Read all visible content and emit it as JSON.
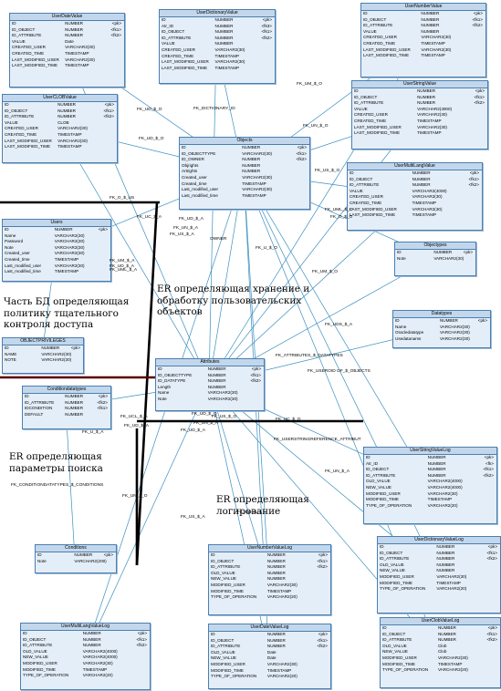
{
  "diagram": {
    "entities": [
      {
        "id": "UserDateValue",
        "title": "UserDateValue",
        "columns": [
          [
            "ID",
            "NUMBER",
            "<pk>"
          ],
          [
            "ID_OBJECT",
            "NUMBER",
            "<fk1>"
          ],
          [
            "ID_ATTRIBUTE",
            "NUMBER",
            "<fk2>"
          ],
          [
            "VALUE",
            "Date",
            ""
          ],
          [
            "CREATED_USER",
            "VARCHAR2(30)",
            ""
          ],
          [
            "CREATED_TIME",
            "TIMESTAMP",
            ""
          ],
          [
            "LAST_MODIFIED_USER",
            "VARCHAR2(30)",
            ""
          ],
          [
            "LAST_MODIFIED_TIME",
            "TIMESTAMP",
            ""
          ]
        ]
      },
      {
        "id": "UserDictionaryValue",
        "title": "UserDictionaryValue",
        "columns": [
          [
            "ID",
            "NUMBER",
            "<pk>"
          ],
          [
            "Atr_ID",
            "NUMBER",
            "<fk3>"
          ],
          [
            "ID_OBJECT",
            "NUMBER",
            "<fk1>"
          ],
          [
            "ID_ATTRIBUTE",
            "NUMBER",
            "<fk2>"
          ],
          [
            "VALUE",
            "NUMBER",
            ""
          ],
          [
            "CREATED_USER",
            "VARCHAR2(30)",
            ""
          ],
          [
            "CREATED_TIME",
            "TIMESTAMP",
            ""
          ],
          [
            "LAST_MODIFIED_USER",
            "VARCHAR2(30)",
            ""
          ],
          [
            "LAST_MODIFIED_TIME",
            "TIMESTAMP",
            ""
          ]
        ]
      },
      {
        "id": "UserNumberValue",
        "title": "UserNumberValue",
        "columns": [
          [
            "ID",
            "NUMBER",
            "<pk>"
          ],
          [
            "ID_OBJECT",
            "NUMBER",
            "<fk1>"
          ],
          [
            "ID_ATTRIBUTE",
            "NUMBER",
            "<fk2>"
          ],
          [
            "VALUE",
            "NUMBER",
            ""
          ],
          [
            "CREATED_USER",
            "VARCHAR2(30)",
            ""
          ],
          [
            "CREATED_TIME",
            "TIMESTAMP",
            ""
          ],
          [
            "LAST_MODIFIED_USER",
            "VARCHAR2(30)",
            ""
          ],
          [
            "LAST_MODIFIED_TIME",
            "TIMESTAMP",
            ""
          ]
        ]
      },
      {
        "id": "UserCLOBValue",
        "title": "UserCLOBValue",
        "columns": [
          [
            "ID",
            "NUMBER",
            "<pk>"
          ],
          [
            "ID_OBJECT",
            "NUMBER",
            "<fk1>"
          ],
          [
            "ID_ATTRIBUTE",
            "NUMBER",
            "<fk2>"
          ],
          [
            "VALUE",
            "CLOB",
            ""
          ],
          [
            "CREATED_USER",
            "VARCHAR2(30)",
            ""
          ],
          [
            "CREATED_TIME",
            "TIMESTAMP",
            ""
          ],
          [
            "LAST_MODIFIED_USER",
            "VARCHAR2(30)",
            ""
          ],
          [
            "LAST_MODIFIED_TIME",
            "TIMESTAMP",
            ""
          ]
        ]
      },
      {
        "id": "UserStringValue",
        "title": "UserStringValue",
        "columns": [
          [
            "ID",
            "NUMBER",
            "<pk>"
          ],
          [
            "ID_OBJECT",
            "NUMBER",
            "<fk1>"
          ],
          [
            "ID_ATTRIBUTE",
            "NUMBER",
            "<fk2>"
          ],
          [
            "VALUE",
            "VARCHAR2(4000)",
            ""
          ],
          [
            "CREATED_USER",
            "VARCHAR2(30)",
            ""
          ],
          [
            "CREATED_TIME",
            "TIMESTAMP",
            ""
          ],
          [
            "LAST_MODIFIED_USER",
            "VARCHAR2(30)",
            ""
          ],
          [
            "LAST_MODIFIED_TIME",
            "TIMESTAMP",
            ""
          ]
        ]
      },
      {
        "id": "Objects",
        "title": "Objects",
        "columns": [
          [
            "ID",
            "NUMBER",
            "<pk>"
          ],
          [
            "ID_OBJECTTYPE",
            "VARCHAR2(30)",
            "<fk1>"
          ],
          [
            "ID_OWNER",
            "NUMBER",
            "<fk2>"
          ],
          [
            "Objrights",
            "NUMBER",
            ""
          ],
          [
            "Artrights",
            "NUMBER",
            ""
          ],
          [
            "Created_user",
            "VARCHAR2(30)",
            ""
          ],
          [
            "Created_time",
            "TIMESTAMP",
            ""
          ],
          [
            "Last_modified_user",
            "VARCHAR2(30)",
            ""
          ],
          [
            "Last_modified_time",
            "TIMESTAMP",
            ""
          ]
        ]
      },
      {
        "id": "UserMultiLangValue",
        "title": "UserMultiLangValue",
        "columns": [
          [
            "ID",
            "NUMBER",
            "<pk>"
          ],
          [
            "ID_OBJECT",
            "NUMBER",
            "<fk1>"
          ],
          [
            "ID_ATTRIBUTE",
            "NUMBER",
            "<fk2>"
          ],
          [
            "VALUE",
            "VARCHAR2(4000)",
            ""
          ],
          [
            "CREATED_USER",
            "VARCHAR2(30)",
            ""
          ],
          [
            "CREATED_TIME",
            "TIMESTAMP",
            ""
          ],
          [
            "LAST_MODIFIED_USER",
            "VARCHAR2(30)",
            ""
          ],
          [
            "LAST_MODIFIED_TIME",
            "TIMESTAMP",
            ""
          ]
        ]
      },
      {
        "id": "Users",
        "title": "Users",
        "columns": [
          [
            "ID",
            "NUMBER",
            "<pk>"
          ],
          [
            "Name",
            "VARCHAR2(30)",
            ""
          ],
          [
            "Password",
            "VARCHAR2(30)",
            ""
          ],
          [
            "Note",
            "VARCHAR2(30)",
            ""
          ],
          [
            "Created_user",
            "VARCHAR2(30)",
            ""
          ],
          [
            "Created_time",
            "TIMESTAMP",
            ""
          ],
          [
            "Last_modified_user",
            "VARCHAR2(30)",
            ""
          ],
          [
            "Last_modified_time",
            "TIMESTAMP",
            ""
          ]
        ]
      },
      {
        "id": "Objectypes",
        "title": "Objectypes",
        "columns": [
          [
            "ID",
            "NUMBER",
            "<pk>"
          ],
          [
            "Note",
            "VARCHAR2(30)",
            ""
          ]
        ]
      },
      {
        "id": "Datatypes",
        "title": "Datatypes",
        "columns": [
          [
            "ID",
            "NUMBER",
            "<pk>"
          ],
          [
            "Name",
            "VARCHAR2(30)",
            ""
          ],
          [
            "Oracledatatype",
            "VARCHAR2(30)",
            ""
          ],
          [
            "Usedatanams",
            "VARCHAR2(30)",
            ""
          ]
        ]
      },
      {
        "id": "ObjectPrivileges",
        "title": "OBJECTPRIVILEGES",
        "columns": [
          [
            "ID",
            "NUMBER",
            "<pk>"
          ],
          [
            "NAME",
            "VARCHAR2(30)",
            ""
          ],
          [
            "NOTE",
            "VARCHAR2(30)",
            ""
          ]
        ]
      },
      {
        "id": "Attributes",
        "title": "Attributes",
        "columns": [
          [
            "ID",
            "NUMBER",
            "<pk>"
          ],
          [
            "ID_OBJECTTYPE",
            "NUMBER",
            "<fk1>"
          ],
          [
            "ID_DATATYPE",
            "NUMBER",
            "<fk2>"
          ],
          [
            "Length",
            "NUMBER",
            ""
          ],
          [
            "Name",
            "VARCHAR2(30)",
            ""
          ],
          [
            "Note",
            "VARCHAR2(30)",
            ""
          ]
        ]
      },
      {
        "id": "Conditiondatatypes",
        "title": "Conditiondatatypes",
        "columns": [
          [
            "ID",
            "NUMBER",
            "<pk>"
          ],
          [
            "ID_ATTRIBUTE",
            "NUMBER",
            "<fk2>"
          ],
          [
            "IDCONDITION",
            "NUMBER",
            "<fk1>"
          ],
          [
            "DEFAULT",
            "NUMBER",
            ""
          ]
        ]
      },
      {
        "id": "UserStringValueLog",
        "title": "UserStringValueLog",
        "columns": [
          [
            "ID",
            "NUMBER",
            "<pk>"
          ],
          [
            "Atr_ID",
            "NUMBER",
            "<fk>"
          ],
          [
            "ID_OBJECT",
            "NUMBER",
            "<fk1>"
          ],
          [
            "ID_ATTRIBUTE",
            "NUMBER",
            "<fk2>"
          ],
          [
            "OLD_VALUE",
            "VARCHAR2(4000)",
            ""
          ],
          [
            "NEW_VALUE",
            "VARCHAR2(4000)",
            ""
          ],
          [
            "MODIFIED_USER",
            "VARCHAR2(30)",
            ""
          ],
          [
            "MODIFIED_TIME",
            "TIMESTAMP",
            ""
          ],
          [
            "TYPE_OF_OPERATION",
            "VARCHAR2(20)",
            ""
          ]
        ]
      },
      {
        "id": "Conditions",
        "title": "Conditions",
        "columns": [
          [
            "ID",
            "NUMBER",
            "<pk>"
          ],
          [
            "Note",
            "VARCHAR2(200)",
            ""
          ]
        ]
      },
      {
        "id": "UserNumberValueLog",
        "title": "UserNumberValueLog",
        "columns": [
          [
            "ID",
            "NUMBER",
            "<pk>"
          ],
          [
            "ID_OBJECT",
            "NUMBER",
            "<fk1>"
          ],
          [
            "ID_ATTRIBUTE",
            "NUMBER",
            "<fk2>"
          ],
          [
            "OLD_VALUE",
            "NUMBER",
            ""
          ],
          [
            "NEW_VALUE",
            "NUMBER",
            ""
          ],
          [
            "MODIFIED_USER",
            "VARCHAR2(30)",
            ""
          ],
          [
            "MODIFIED_TIME",
            "TIMESTAMP",
            ""
          ],
          [
            "TYPE_OF_OPERATION",
            "VARCHAR2(20)",
            ""
          ]
        ]
      },
      {
        "id": "UserDictionaryValueLog",
        "title": "UserDictionaryValueLog",
        "columns": [
          [
            "ID",
            "NUMBER",
            "<pk>"
          ],
          [
            "ID_OBJECT",
            "NUMBER",
            "<fk1>"
          ],
          [
            "ID_ATTRIBUTE",
            "NUMBER",
            "<fk2>"
          ],
          [
            "OLD_VALUE",
            "NUMBER",
            ""
          ],
          [
            "NEW_VALUE",
            "NUMBER",
            ""
          ],
          [
            "MODIFIED_USER",
            "VARCHAR2(30)",
            ""
          ],
          [
            "MODIFIED_TIME",
            "TIMESTAMP",
            ""
          ],
          [
            "TYPE_OF_OPERATION",
            "VARCHAR2(20)",
            ""
          ]
        ]
      },
      {
        "id": "UserMultiLangValueLog",
        "title": "UserMultiLangValueLog",
        "columns": [
          [
            "ID",
            "NUMBER",
            "<pk>"
          ],
          [
            "ID_OBJECT",
            "NUMBER",
            "<fk1>"
          ],
          [
            "ID_ATTRIBUTE",
            "NUMBER",
            "<fk2>"
          ],
          [
            "OLD_VALUE",
            "VARCHAR2(4000)",
            ""
          ],
          [
            "NEW_VALUE",
            "VARCHAR2(4000)",
            ""
          ],
          [
            "MODIFIED_USER",
            "VARCHAR2(30)",
            ""
          ],
          [
            "MODIFIED_TIME",
            "TIMESTAMP",
            ""
          ],
          [
            "TYPE_OF_OPERATION",
            "VARCHAR2(20)",
            ""
          ]
        ]
      },
      {
        "id": "UserDateValueLog",
        "title": "UserDateValueLog",
        "columns": [
          [
            "ID",
            "NUMBER",
            "<pk>"
          ],
          [
            "ID_OBJECT",
            "NUMBER",
            "<fk1>"
          ],
          [
            "ID_ATTRIBUTE",
            "NUMBER",
            "<fk2>"
          ],
          [
            "OLD_VALUE",
            "Date",
            ""
          ],
          [
            "NEW_VALUE",
            "Date",
            ""
          ],
          [
            "MODIFIED_USER",
            "VARCHAR2(30)",
            ""
          ],
          [
            "MODIFIED_TIME",
            "TIMESTAMP",
            ""
          ],
          [
            "TYPE_OF_OPERATION",
            "VARCHAR2(20)",
            ""
          ]
        ]
      },
      {
        "id": "UserClobValueLog",
        "title": "UserClobValueLog",
        "columns": [
          [
            "ID",
            "NUMBER",
            "<pk>"
          ],
          [
            "ID_OBJECT",
            "NUMBER",
            "<fk1>"
          ],
          [
            "ID_ATTRIBUTE",
            "NUMBER",
            "<fk2>"
          ],
          [
            "OLD_VALUE",
            "Clob",
            ""
          ],
          [
            "NEW_VALUE",
            "Clob",
            ""
          ],
          [
            "MODIFIED_USER",
            "VARCHAR2(30)",
            ""
          ],
          [
            "MODIFIED_TIME",
            "TIMESTAMP",
            ""
          ],
          [
            "TYPE_OF_OPERATION",
            "VARCHAR2(20)",
            ""
          ]
        ]
      }
    ],
    "annotations": {
      "access_control": "Часть БД определяющая политику тщательного контроля доступа",
      "user_objects": "ER определяющая хранение и обработку пользовательских объектов",
      "search_params": "ER определяющая параметры поиска",
      "logging": "ER определяющая логирование"
    },
    "relationship_labels": {
      "fk_dictionary": "FK_DICTIONARY_ID",
      "fk_ud_s_o_a": "FK_UD_$_O",
      "fk_ud_s_o_b": "FK_UD_$_O",
      "fk_um_s_o": "FK_UM_$_O",
      "fk_un_s_o": "FK_UN_$_O",
      "fk_us_s_o": "FK_US_$_O",
      "fk_uml_s_o": "FK_UML_$_O",
      "fk_o_s_o_us": "FK_O_$_US",
      "fk_uc_s_a": "FK_UC_$_A",
      "fk_ud_s_a_mid": "FK_UD_$_A",
      "fk_un_s_a_mid": "FK_UN_$_A",
      "fk_us_s_a_mid": "FK_US_$_A",
      "fk_o_s_o_right": "FK_O_$_O",
      "owner": "OWNER",
      "fk_u_s_o": "FK_U_$_O",
      "fk_um_s_a": "FK_UM_$_A",
      "fk_uml_s_a": "FK_UML_$_A",
      "fk_ud_s_a_left": "FK_UD_$_A",
      "fk_attr_datatypes": "FK_ATTRIBUTES_$_DATATYPES",
      "fk_useroids": "FK_USEROID OF_$_OBJECTS",
      "fk_uds_s_a": "FK_UDS_$_A",
      "fk_uc_s_o": "FK_UC_$_O",
      "fk_userstring_ref": "FK_USERSTRINGREFERENCE_ATTRIBUT",
      "fk_cond_datatypes": "FK_CONDITIONDATATYPES_$_CONDITIONS",
      "fk_ucl_s_a": "FK_UCL_$_A",
      "fk_un_s_a_bottom": "FK_UN_$_A",
      "fk_ud_s_a_bottom": "FK_UD_$_A",
      "fk_us_s_a_bottom": "FK_US_$_A",
      "fk_un_s_o_right": "FK_UN_$_O",
      "fk_ud_s_o_right": "FK_UD_$_O",
      "fk_us_s_o_right": "FK_US_$_O",
      "fk_um_s_o_right": "FK_UM_$_O",
      "fk_ud_s_a_right": "FK_UD_$_A",
      "fk_u_s_a": "FK_U_$_A",
      "fk_ud_s_a_lower": "FK_UD_$_A",
      "fk_un_s_a_lower": "FK_UN_$_A"
    },
    "colors": {
      "entity_fill": "#e4eef8",
      "entity_header": "#c3d7ec",
      "entity_border": "#4a7fb0",
      "connector": "#3b8fc0",
      "boundary_black": "#000000",
      "boundary_dark_red": "#5a0000"
    }
  }
}
